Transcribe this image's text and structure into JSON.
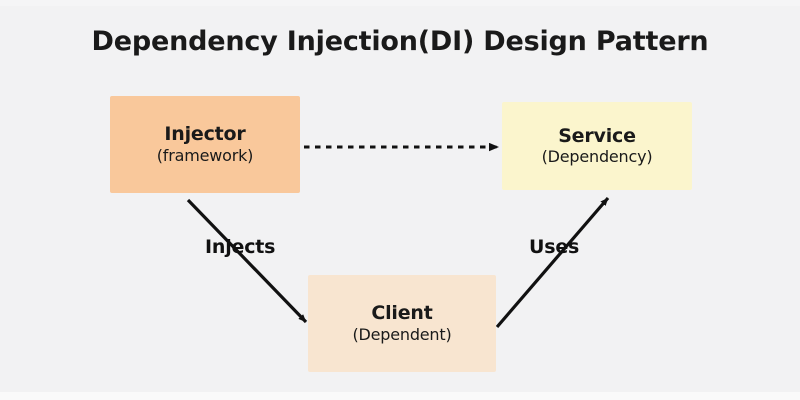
{
  "diagram": {
    "title": "Dependency Injection(DI) Design Pattern",
    "background_color": "#f2f2f3",
    "nodes": [
      {
        "id": "injector",
        "title": "Injector",
        "subtitle": "(framework)",
        "color": "#f9c89b"
      },
      {
        "id": "service",
        "title": "Service",
        "subtitle": "(Dependency)",
        "color": "#fbf5cd"
      },
      {
        "id": "client",
        "title": "Client",
        "subtitle": "(Dependent)",
        "color": "#f8e5d0"
      }
    ],
    "edges": [
      {
        "id": "injector-to-service",
        "from": "injector",
        "to": "service",
        "label": "",
        "style": "dashed",
        "arrow_color": "#111111"
      },
      {
        "id": "injector-to-client",
        "from": "injector",
        "to": "client",
        "label": "Injects",
        "style": "solid",
        "arrow_color": "#111111"
      },
      {
        "id": "client-to-service",
        "from": "client",
        "to": "service",
        "label": "Uses",
        "style": "solid",
        "arrow_color": "#111111"
      }
    ]
  }
}
